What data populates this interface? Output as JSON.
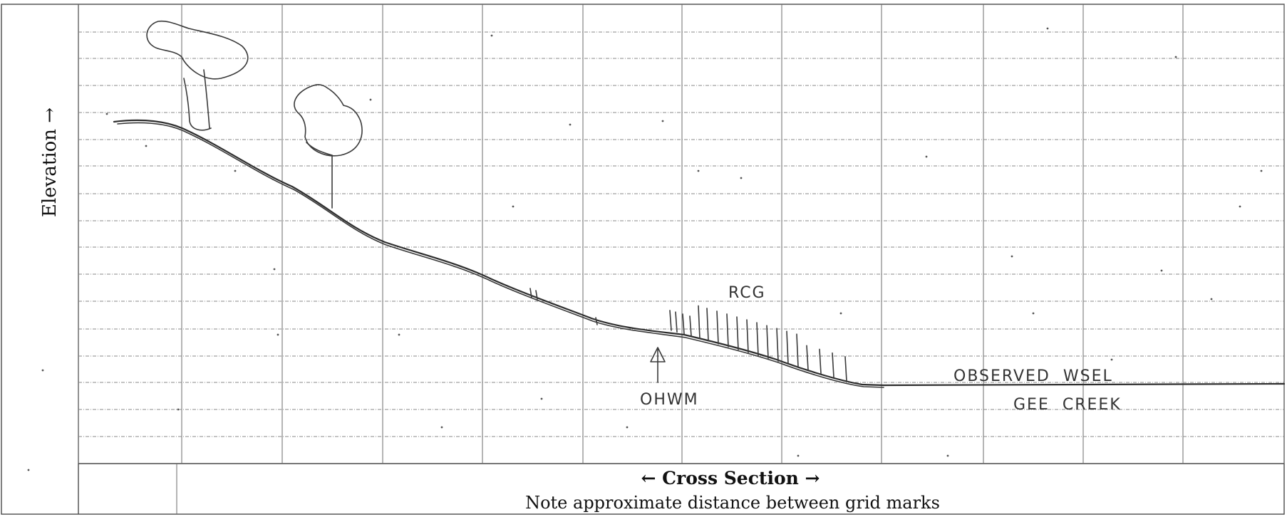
{
  "form": {
    "y_axis_label": "Elevation →",
    "x_axis_title": "← Cross Section →",
    "note": "Note approximate distance between grid marks"
  },
  "annotations": {
    "vegetation": "RCG",
    "ohwm": "OHWM",
    "observed_wsel": "OBSERVED  WSEL",
    "creek_name": "GEE  CREEK"
  },
  "colors": {
    "grid": "#6b6b6b",
    "ink": "#333333",
    "paper": "#ffffff"
  }
}
